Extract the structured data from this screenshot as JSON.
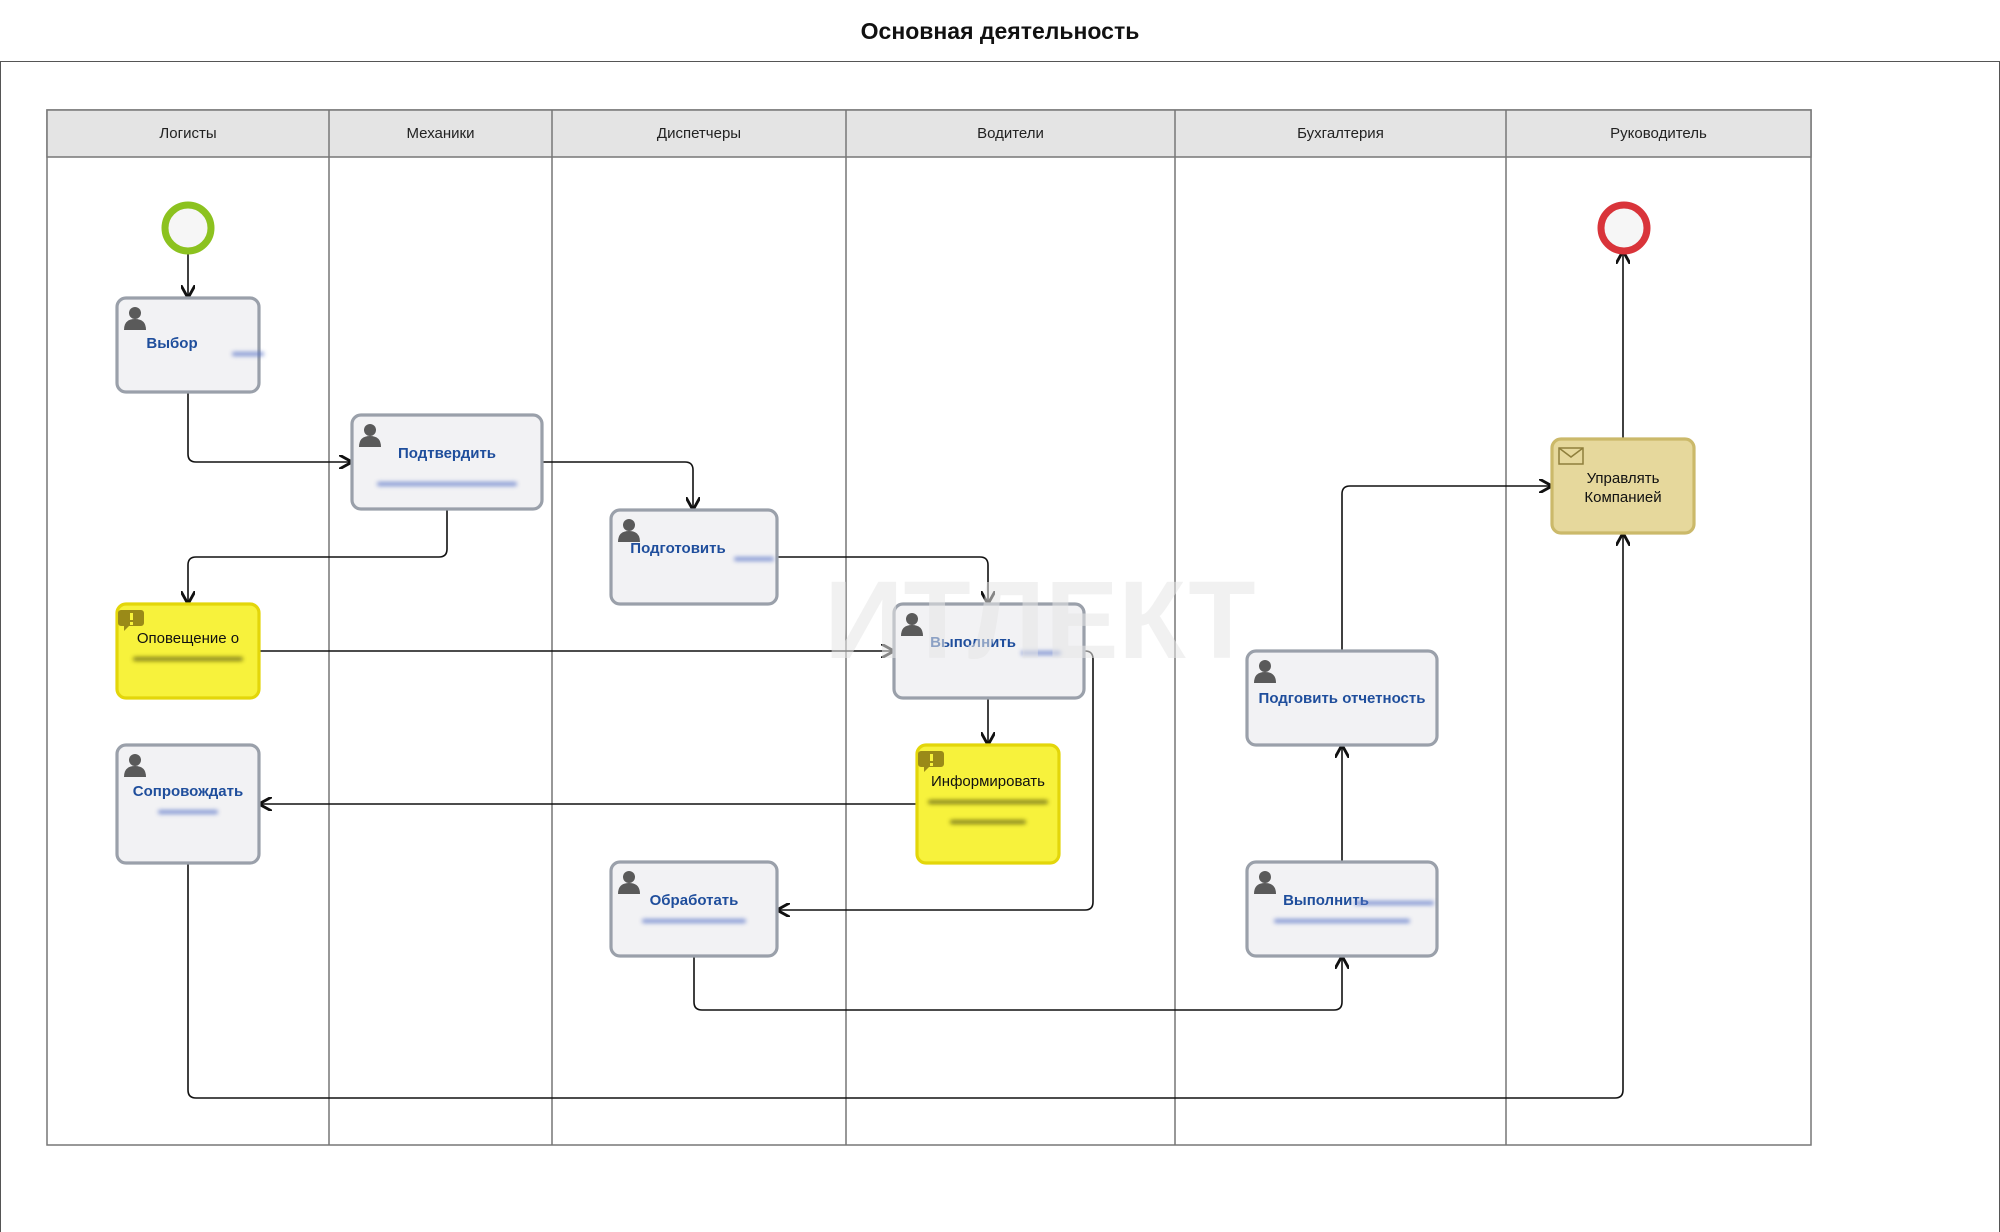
{
  "page": {
    "title": "Основная деятельность"
  },
  "lanes": [
    "Логисты",
    "Механики",
    "Диспетчеры",
    "Водители",
    "Бухгалтерия",
    "Руководитель"
  ],
  "nodes": [
    {
      "id": "start",
      "kind": "start-event",
      "label": ""
    },
    {
      "id": "end",
      "kind": "end-event",
      "label": ""
    },
    {
      "id": "t1",
      "kind": "user-task",
      "label": "Выбор"
    },
    {
      "id": "t2",
      "kind": "user-task",
      "label": "Подтвердить"
    },
    {
      "id": "t3",
      "kind": "user-task",
      "label": "Подготовить"
    },
    {
      "id": "t4",
      "kind": "alert-task",
      "label": "Оповещение о"
    },
    {
      "id": "t5",
      "kind": "user-task",
      "label": "Выполнить"
    },
    {
      "id": "t6",
      "kind": "user-task",
      "label": "Сопровождать"
    },
    {
      "id": "t7",
      "kind": "alert-task",
      "label": "Информировать"
    },
    {
      "id": "t8",
      "kind": "user-task",
      "label": "Обработать"
    },
    {
      "id": "t9",
      "kind": "user-task",
      "label": "Подговить отчетность"
    },
    {
      "id": "t10",
      "kind": "user-task",
      "label": "Выполнить"
    },
    {
      "id": "t11",
      "kind": "message-task",
      "label": "Управлять\nКомпанией"
    }
  ],
  "watermark": "ИТЛЕКТ",
  "colors": {
    "start": "#8cc21f",
    "end": "#d9343a",
    "task_fill": "#f2f2f4",
    "task_stroke": "#9aa0aa",
    "alert_fill": "#f7f23c",
    "alert_stroke": "#e3d60a",
    "message_fill": "#e6d89c",
    "message_stroke": "#cbb96a",
    "label_blue": "#1f4e9c",
    "header_fill": "#e4e4e4"
  }
}
